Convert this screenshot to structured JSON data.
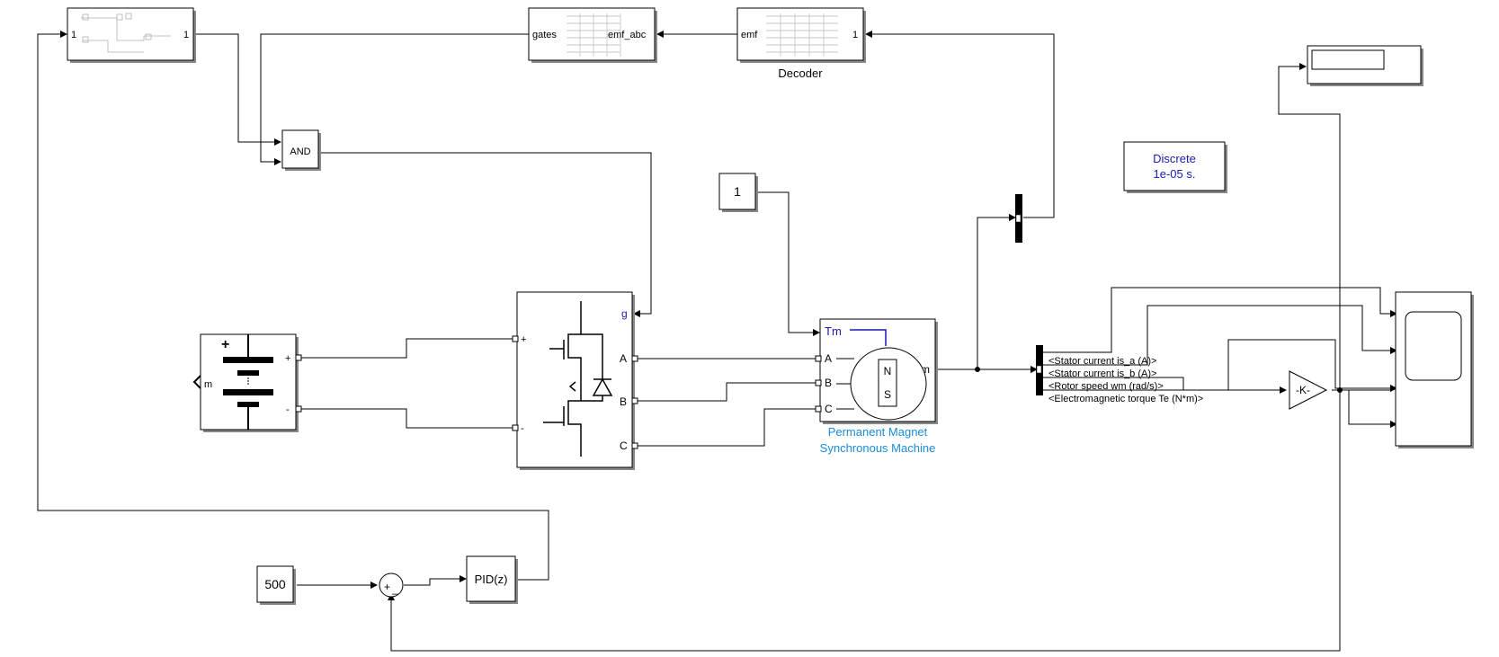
{
  "subsystem_block": {
    "in_port": "1",
    "out_port": "1"
  },
  "inverter_logic_block": {
    "in_port": "gates",
    "out_port": "emf_abc"
  },
  "decoder_block": {
    "in_port": "emf",
    "out_port": "1",
    "label": "Decoder"
  },
  "and_block": {
    "label": "AND"
  },
  "solver_block": {
    "line1": "Discrete",
    "line2": "1e-05 s."
  },
  "constant_one": {
    "value": "1"
  },
  "constant_500": {
    "value": "500"
  },
  "pid_block": {
    "label": "PID(z)"
  },
  "sum_block": {
    "plus": "+",
    "minus": "_"
  },
  "battery_block": {
    "plus_sign": "+",
    "out_m": "m",
    "port_plus": "+",
    "port_minus": "-"
  },
  "inverter_block": {
    "port_plus": "+",
    "port_minus": "-",
    "port_g": "g",
    "port_a": "A",
    "port_b": "B",
    "port_c": "C"
  },
  "pmsm_block": {
    "port_tm": "Tm",
    "port_a": "A",
    "port_b": "B",
    "port_c": "C",
    "port_m": "m",
    "rotor_n": "N",
    "rotor_s": "S",
    "label_line1": "Permanent Magnet",
    "label_line2": "Synchronous Machine"
  },
  "bus_selector": {
    "signals": [
      "<Stator current is_a (A)>",
      "<Stator current is_b (A)>",
      "<Rotor speed wm (rad/s)>",
      "<Electromagnetic torque Te (N*m)>"
    ]
  },
  "gain_block": {
    "label": "-K-"
  },
  "colors": {
    "line": "#000000",
    "pmsm_label": "#1a8cdc",
    "solver_text": "#1a1ab0",
    "tm_port": "#1a1ab0"
  }
}
